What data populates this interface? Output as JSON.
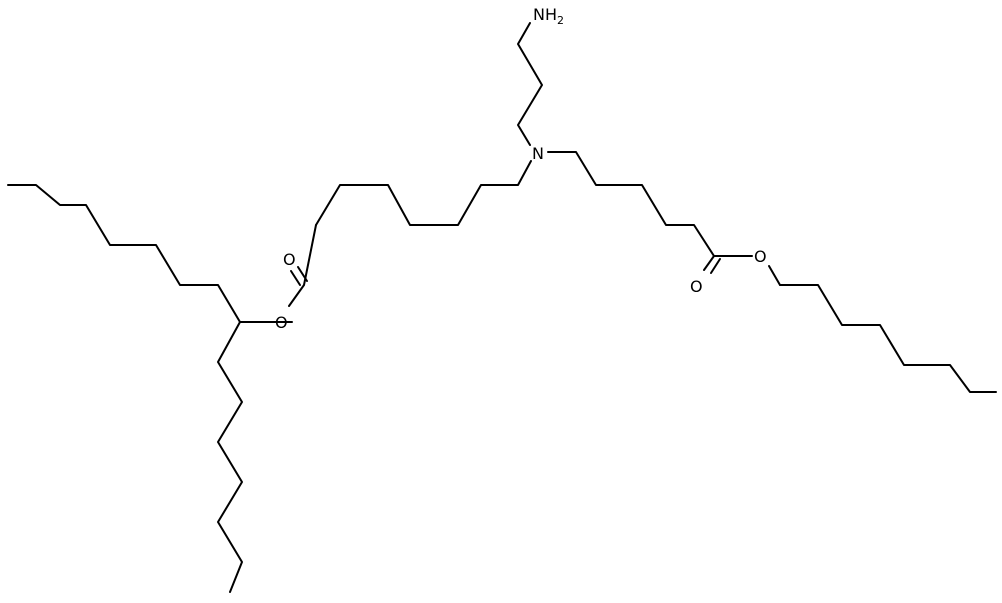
{
  "atoms": {
    "amine": {
      "element": "NH",
      "subscript": "2"
    },
    "tertiary_nitrogen": {
      "element": "N"
    },
    "left_ester_carbonyl_oxygen": {
      "element": "O"
    },
    "left_ester_ether_oxygen": {
      "element": "O"
    },
    "right_ester_carbonyl_oxygen": {
      "element": "O"
    },
    "right_ester_ether_oxygen": {
      "element": "O"
    }
  },
  "colors": {
    "bond": "#000000",
    "background": "#ffffff"
  }
}
